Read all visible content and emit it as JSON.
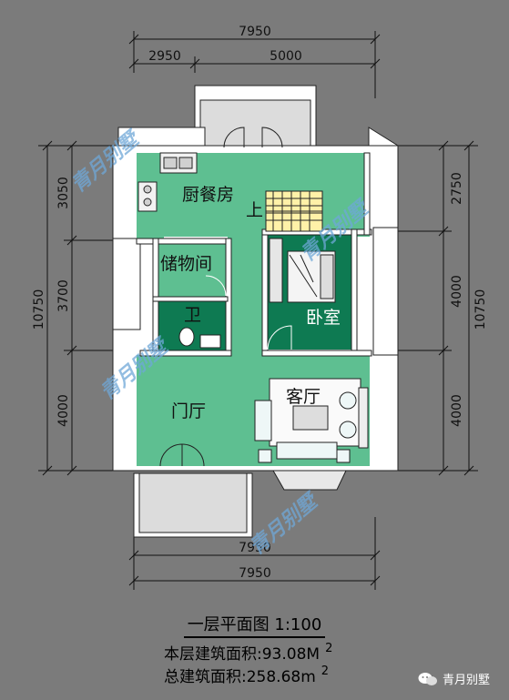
{
  "dimensions": {
    "top_total": "7950",
    "top_left": "2950",
    "top_right": "5000",
    "bottom_upper": "7950",
    "bottom_lower": "7950",
    "left_total": "10750",
    "left_top": "3050",
    "left_mid": "3700",
    "left_bot": "4000",
    "right_total": "10750",
    "right_top": "2750",
    "right_mid": "4000",
    "right_bot": "4000"
  },
  "rooms": {
    "kitchen": "厨餐房",
    "stair_up": "上",
    "storage": "储物间",
    "bathroom": "卫",
    "bedroom": "卧室",
    "living": "客厅",
    "foyer": "门厅"
  },
  "watermark": "青月别墅",
  "caption": {
    "title": "一层平面图  1:100",
    "floor_area_label": "本层建筑面积:",
    "floor_area_value": "93.08M",
    "total_area_label": "总建筑面积:",
    "total_area_value": "258.68m",
    "unit_sup": "2"
  },
  "badge": {
    "text": "青月别墅",
    "icon": "wechat-icon"
  },
  "colors": {
    "background": "#7b7b7b",
    "floor": "#5ebf91",
    "bedroom": "#0e7a52",
    "wall": "#ffffff"
  }
}
